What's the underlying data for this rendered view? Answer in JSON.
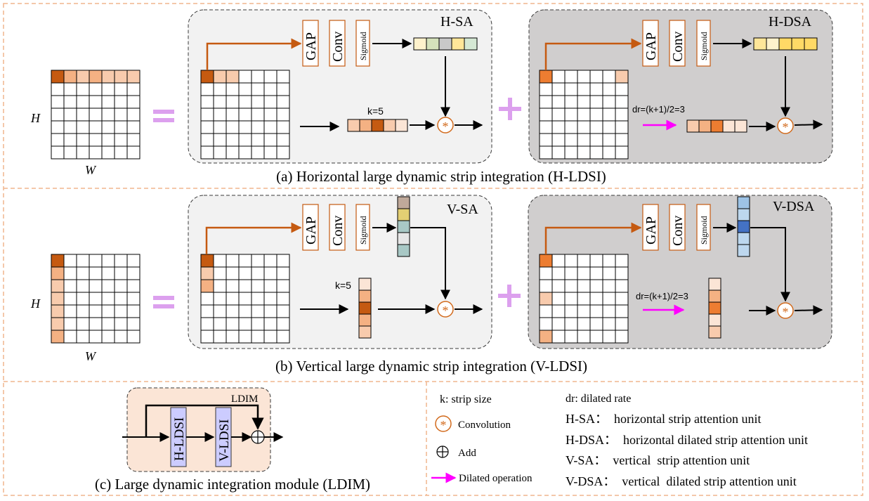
{
  "colors": {
    "frame_border": "#f0b58e",
    "orange_arrow": "#c55a11",
    "conv_symbol": "#d26a1c",
    "dilated_arrow": "#ff00ff",
    "plus_equal": "#dca0ee",
    "panel_light": "#f2f2f2",
    "panel_dark": "#d0cece",
    "ldim_box": "#fbe5d6",
    "ldsi_block": "#ccccff",
    "cell_dark": "#c55a11",
    "cell_mid": "#f4b183",
    "cell_light": "#f8cbad",
    "cell_pale": "#fbe5d6",
    "accent_orange": "#ed7d31"
  },
  "diagram": {
    "section_a": {
      "caption": "(a) Horizontal large dynamic strip integration (H-LDSI)",
      "axis_h": "H",
      "axis_w": "W",
      "sa_title": "H-SA",
      "dsa_title": "H-DSA",
      "k_label": "k=5",
      "dr_label": "dr=(k+1)/2=3",
      "gap": "GAP",
      "conv": "Conv",
      "sigmoid": "Sigmoid",
      "sa_attention_colors": [
        "#fff2cc",
        "#d5e2bb",
        "#c9c9c9",
        "#ffe699",
        "#d5e8d4"
      ],
      "dsa_attention_colors": [
        "#ffe699",
        "#fff2cc",
        "#ffd966",
        "#ffd966",
        "#ffd966"
      ],
      "sa_kernel_colors": [
        "#f8cbad",
        "#f4b183",
        "#c55a11",
        "#f8cbad",
        "#fbe5d6"
      ],
      "dsa_kernel_colors": [
        "#f8cbad",
        "#f4b183",
        "#ed7d31",
        "#fbe5d6",
        "#fbe5d6"
      ]
    },
    "section_b": {
      "caption": "(b) Vertical large dynamic strip integration (V-LDSI)",
      "axis_h": "H",
      "axis_w": "W",
      "sa_title": "V-SA",
      "dsa_title": "V-DSA",
      "k_label": "k=5",
      "dr_label": "dr=(k+1)/2=3",
      "gap": "GAP",
      "conv": "Conv",
      "sigmoid": "Sigmoid",
      "sa_attention_colors": [
        "#bfa99a",
        "#e3cf73",
        "#a8c8c5",
        "#e6e6e6",
        "#a8c8c5"
      ],
      "dsa_attention_colors": [
        "#9dc3e6",
        "#bdd7ee",
        "#4472c4",
        "#bdd7ee",
        "#bdd7ee"
      ],
      "sa_kernel_colors": [
        "#fbe5d6",
        "#f4b183",
        "#c55a11",
        "#f4b183",
        "#f8cbad"
      ],
      "dsa_kernel_colors": [
        "#fbe5d6",
        "#f4b183",
        "#ed7d31",
        "#fbe5d6",
        "#f8cbad"
      ]
    },
    "section_c": {
      "caption": "(c) Large dynamic integration module (LDIM)",
      "ldim_label": "LDIM",
      "block1": "H-LDSI",
      "block2": "V-LDSI"
    },
    "legend": {
      "k": "k: strip size",
      "dr": "dr: dilated rate",
      "convolution": "Convolution",
      "add": "Add",
      "dilated": "Dilated operation",
      "hsa": "H-SA：  horizontal strip attention unit",
      "hdsa": "H-DSA：  horizontal dilated strip attention unit",
      "vsa": "V-SA：  vertical  strip attention unit",
      "vdsa": "V-DSA：  vertical  dilated strip attention unit"
    }
  }
}
